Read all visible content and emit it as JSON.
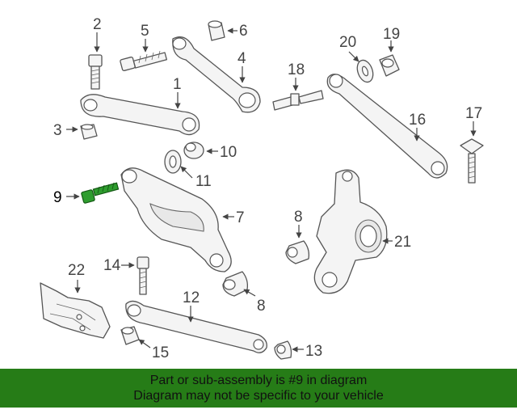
{
  "diagram": {
    "callouts": {
      "c1": "1",
      "c2": "2",
      "c3": "3",
      "c4": "4",
      "c5": "5",
      "c6": "6",
      "c7": "7",
      "c8a": "8",
      "c8b": "8",
      "c9": "9",
      "c10": "10",
      "c11": "11",
      "c12": "12",
      "c13": "13",
      "c14": "14",
      "c15": "15",
      "c16": "16",
      "c17": "17",
      "c18": "18",
      "c19": "19",
      "c20": "20",
      "c21": "21",
      "c22": "22"
    },
    "highlighted_part": "9",
    "highlight_color": "#2e9d2e",
    "parts_color": "#555555"
  },
  "banner": {
    "line1": "Part or sub-assembly is #9 in diagram",
    "line2": "Diagram may not be specific to your vehicle",
    "background": "#267c17"
  }
}
